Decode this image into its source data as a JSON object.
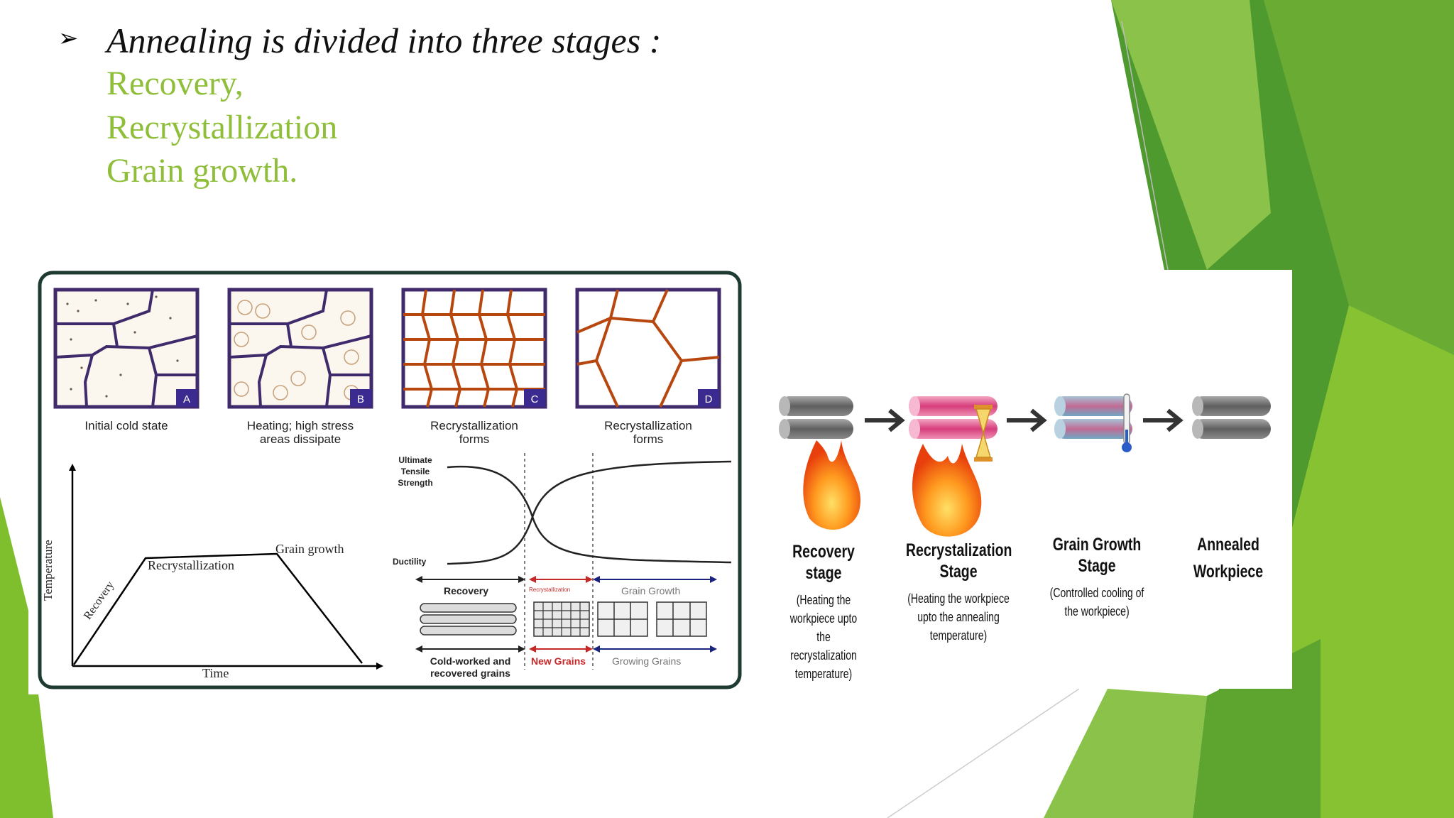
{
  "slide": {
    "bullet_glyph": "➢",
    "heading": "Annealing is divided into three stages :",
    "stages": [
      "Recovery,",
      "Recrystallization",
      "Grain growth."
    ],
    "accent_color": "#8fbf3a"
  },
  "left_figure": {
    "panels": [
      {
        "letter": "A",
        "caption": [
          "Initial cold state"
        ]
      },
      {
        "letter": "B",
        "caption": [
          "Heating; high stress",
          "areas dissipate"
        ]
      },
      {
        "letter": "C",
        "caption": [
          "Recrystallization",
          "forms"
        ]
      },
      {
        "letter": "D",
        "caption": [
          "Recrystallization",
          "forms"
        ]
      }
    ],
    "temp_graph": {
      "y_label": "Temperature",
      "x_label": "Time",
      "recovery": "Recovery",
      "recrystallization": "Recrystallization",
      "grain_growth": "Grain growth"
    },
    "property_graph": {
      "uts": [
        "Ultimate",
        "Tensile",
        "Strength"
      ],
      "ductility": "Ductility",
      "zone_recovery": "Recovery",
      "zone_recrystallization": "Recrystallization",
      "zone_grain_growth": "Grain Growth",
      "bottom_left": [
        "Cold-worked and",
        "recovered grains"
      ],
      "bottom_mid": "New Grains",
      "bottom_right": "Growing Grains"
    }
  },
  "right_figure": {
    "stages": [
      {
        "title": [
          "Recovery stage"
        ],
        "desc": [
          "(Heating the",
          "workpiece upto",
          "the",
          "recrystalization",
          "temperature)"
        ]
      },
      {
        "title": [
          "Recrystalization",
          "Stage"
        ],
        "desc": [
          "(Heating the workpiece",
          "upto the annealing",
          "temperature)"
        ]
      },
      {
        "title": [
          "Grain Growth",
          "Stage"
        ],
        "desc": [
          "(Controlled cooling of",
          "the workpiece)"
        ]
      },
      {
        "title": [
          "Annealed",
          "Workpiece"
        ],
        "desc": []
      }
    ]
  }
}
